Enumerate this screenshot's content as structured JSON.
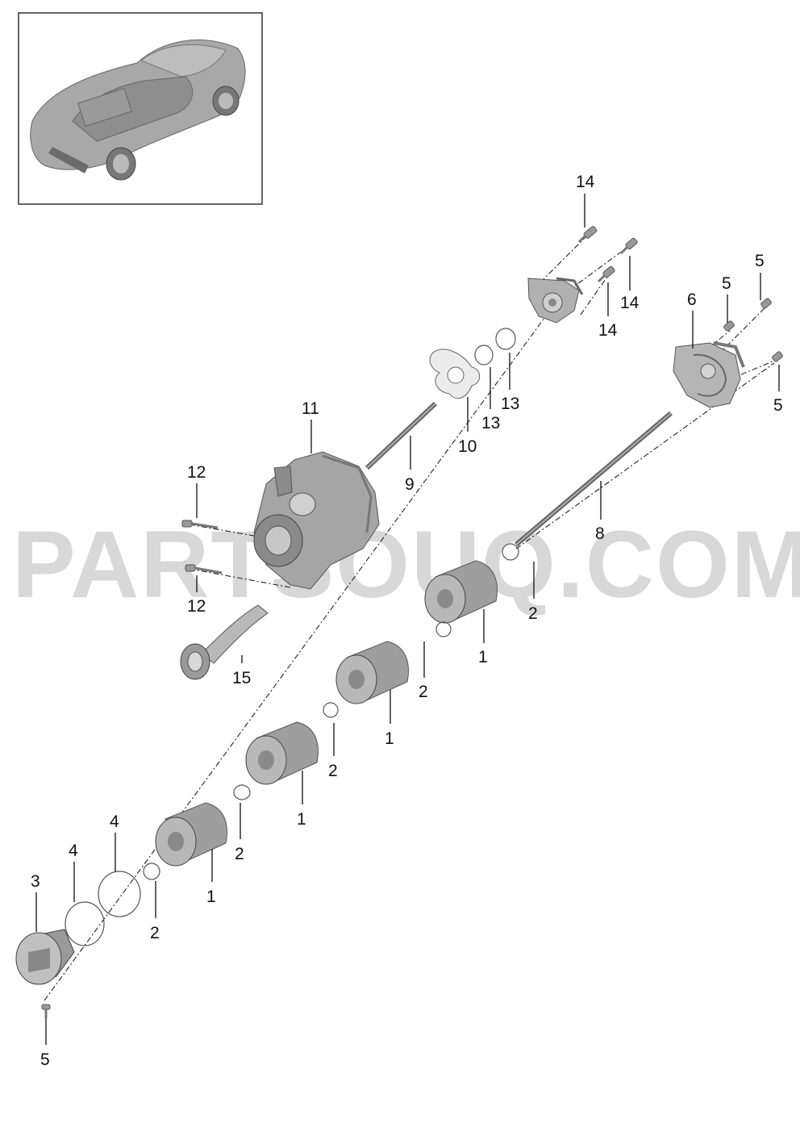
{
  "watermark": "PARTSOUQ.COM",
  "callouts": [
    {
      "id": "c14a",
      "text": "14"
    },
    {
      "id": "c14b",
      "text": "14"
    },
    {
      "id": "c14c",
      "text": "14"
    },
    {
      "id": "c5a",
      "text": "5"
    },
    {
      "id": "c5b",
      "text": "5"
    },
    {
      "id": "c5c",
      "text": "5"
    },
    {
      "id": "c6",
      "text": "6"
    },
    {
      "id": "c13a",
      "text": "13"
    },
    {
      "id": "c13b",
      "text": "13"
    },
    {
      "id": "c10",
      "text": "10"
    },
    {
      "id": "c11",
      "text": "11"
    },
    {
      "id": "c9",
      "text": "9"
    },
    {
      "id": "c8",
      "text": "8"
    },
    {
      "id": "c12a",
      "text": "12"
    },
    {
      "id": "c12b",
      "text": "12"
    },
    {
      "id": "c2a",
      "text": "2"
    },
    {
      "id": "c1a",
      "text": "1"
    },
    {
      "id": "c2b",
      "text": "2"
    },
    {
      "id": "c1b",
      "text": "1"
    },
    {
      "id": "c2c",
      "text": "2"
    },
    {
      "id": "c1c",
      "text": "1"
    },
    {
      "id": "c2d",
      "text": "2"
    },
    {
      "id": "c1d",
      "text": "1"
    },
    {
      "id": "c15",
      "text": "15"
    },
    {
      "id": "c4a",
      "text": "4"
    },
    {
      "id": "c4b",
      "text": "4"
    },
    {
      "id": "c3",
      "text": "3"
    },
    {
      "id": "c2e",
      "text": "2"
    },
    {
      "id": "c5d",
      "text": "5"
    }
  ],
  "colors": {
    "part_fill": "#a9a9a9",
    "part_dark": "#7a7a7a",
    "part_light": "#cfcfcf",
    "watermark": "#d8d8d8"
  }
}
